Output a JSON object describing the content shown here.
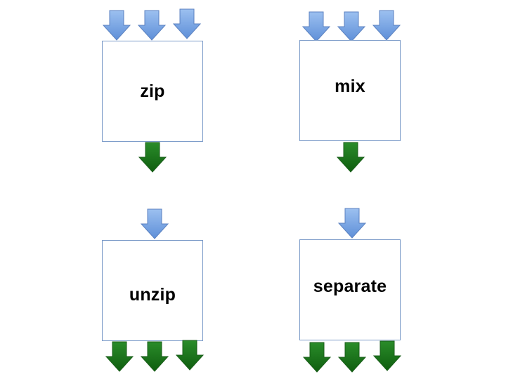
{
  "colors": {
    "input_arrow": "#6f9fe0",
    "output_arrow": "#1f7a1f",
    "box_border": "#7a9ac8"
  },
  "blocks": [
    {
      "id": "zip",
      "label": "zip",
      "input_arrows": 3,
      "output_arrows": 1
    },
    {
      "id": "mix",
      "label": "mix",
      "input_arrows": 3,
      "output_arrows": 1
    },
    {
      "id": "unzip",
      "label": "unzip",
      "input_arrows": 1,
      "output_arrows": 3
    },
    {
      "id": "separate",
      "label": "separate",
      "input_arrows": 1,
      "output_arrows": 3
    }
  ]
}
